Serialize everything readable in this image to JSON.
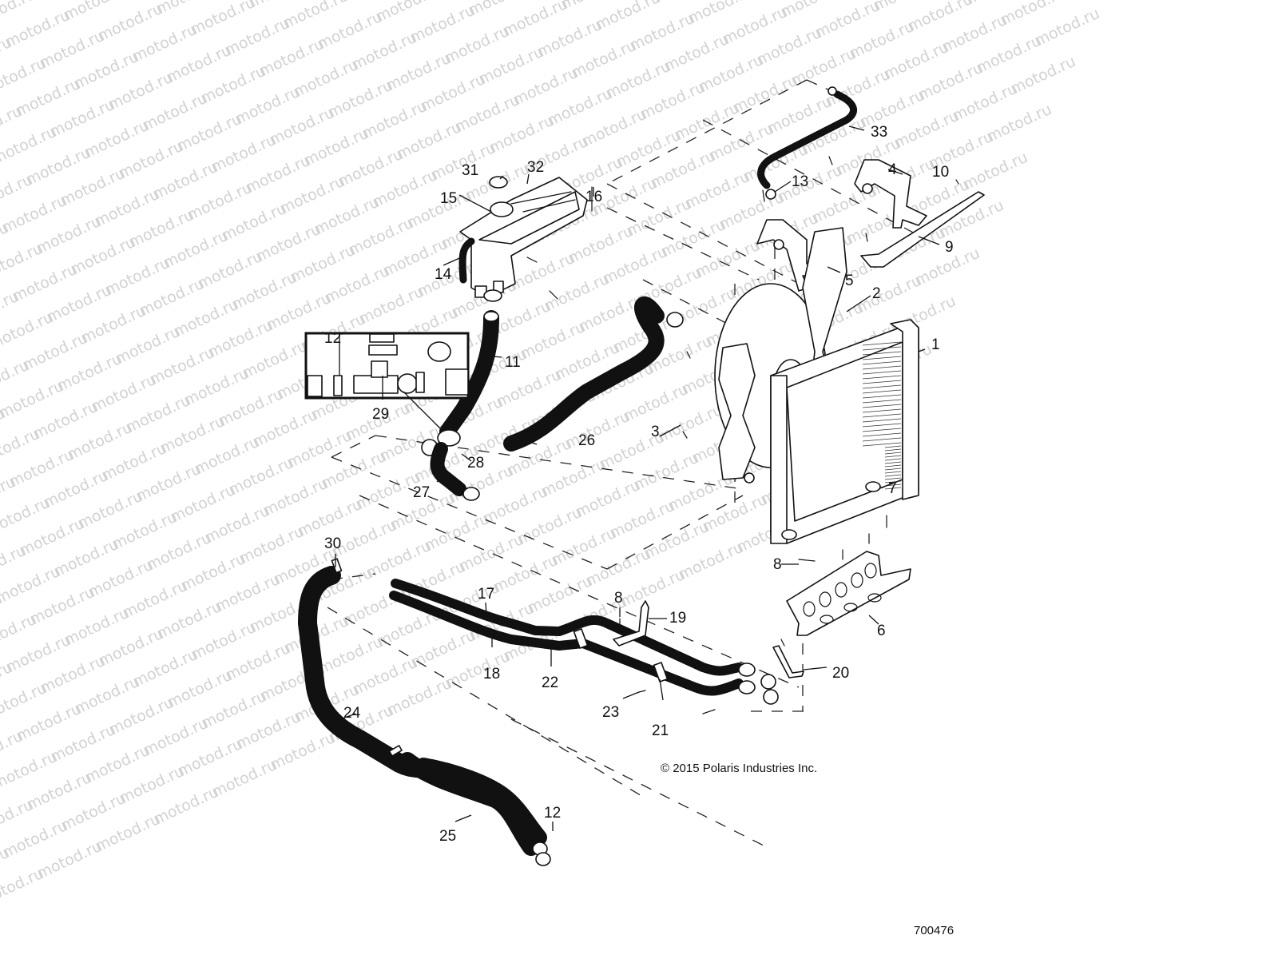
{
  "diagram": {
    "title": "Cooling System Exploded Parts Diagram",
    "watermark": "motod.ru",
    "copyright": "© 2015 Polaris Industries Inc.",
    "figure_number": "700476",
    "callouts": [
      {
        "id": "1",
        "label": "1",
        "part": "radiator"
      },
      {
        "id": "2",
        "label": "2",
        "part": "fan-shroud-assembly"
      },
      {
        "id": "3",
        "label": "3",
        "part": "screw"
      },
      {
        "id": "4",
        "label": "4",
        "part": "upper-bracket"
      },
      {
        "id": "5",
        "label": "5",
        "part": "mount-bracket"
      },
      {
        "id": "6",
        "label": "6",
        "part": "lower-guard-plate"
      },
      {
        "id": "7",
        "label": "7",
        "part": "grommet"
      },
      {
        "id": "8a",
        "label": "8",
        "part": "screw"
      },
      {
        "id": "8b",
        "label": "8",
        "part": "screw"
      },
      {
        "id": "9",
        "label": "9",
        "part": "support-rail"
      },
      {
        "id": "10",
        "label": "10",
        "part": "nut"
      },
      {
        "id": "11",
        "label": "11",
        "part": "bottle-hose"
      },
      {
        "id": "12a",
        "label": "12",
        "part": "hose-clamp"
      },
      {
        "id": "12b",
        "label": "12",
        "part": "hose-clamp"
      },
      {
        "id": "13",
        "label": "13",
        "part": "cap-plug"
      },
      {
        "id": "14",
        "label": "14",
        "part": "overflow-tube"
      },
      {
        "id": "15",
        "label": "15",
        "part": "filler-cap"
      },
      {
        "id": "16",
        "label": "16",
        "part": "screw"
      },
      {
        "id": "17",
        "label": "17",
        "part": "upper-coolant-tube"
      },
      {
        "id": "18",
        "label": "18",
        "part": "lower-coolant-tube"
      },
      {
        "id": "19",
        "label": "19",
        "part": "tube-bracket"
      },
      {
        "id": "20",
        "label": "20",
        "part": "tube-bracket-front"
      },
      {
        "id": "21",
        "label": "21",
        "part": "tube-clamp"
      },
      {
        "id": "22",
        "label": "22",
        "part": "screw"
      },
      {
        "id": "23",
        "label": "23",
        "part": "screw"
      },
      {
        "id": "24",
        "label": "24",
        "part": "engine-hose-upper"
      },
      {
        "id": "25",
        "label": "25",
        "part": "engine-hose-lower"
      },
      {
        "id": "26",
        "label": "26",
        "part": "radiator-hose"
      },
      {
        "id": "27",
        "label": "27",
        "part": "elbow-hose"
      },
      {
        "id": "28",
        "label": "28",
        "part": "clamp"
      },
      {
        "id": "29",
        "label": "29",
        "part": "tee-fitting"
      },
      {
        "id": "30",
        "label": "30",
        "part": "bleed-screw"
      },
      {
        "id": "31",
        "label": "31",
        "part": "cap"
      },
      {
        "id": "32",
        "label": "32",
        "part": "coolant-bottle"
      },
      {
        "id": "33",
        "label": "33",
        "part": "vent-hose"
      }
    ]
  }
}
